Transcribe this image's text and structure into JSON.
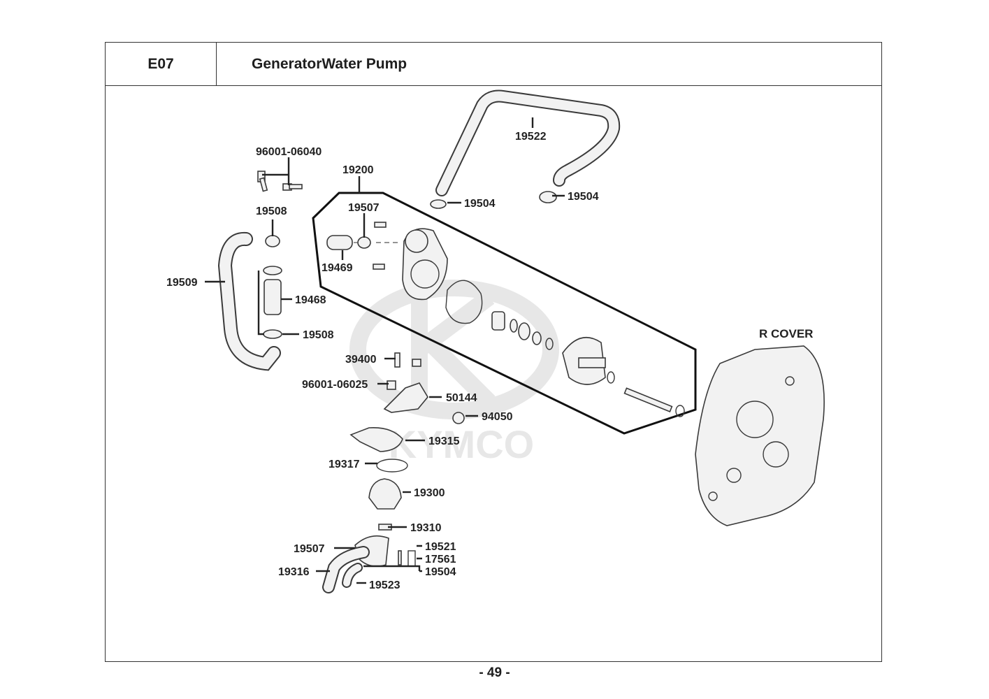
{
  "header": {
    "section_code": "E07",
    "title": "GeneratorWater Pump"
  },
  "diagram": {
    "assembly_label": "R COVER",
    "watermark": "KYMCO",
    "parts": {
      "p96001_06040": "96001-06040",
      "p19200": "19200",
      "p19522": "19522",
      "p19504_a": "19504",
      "p19504_b": "19504",
      "p19508_a": "19508",
      "p19507_a": "19507",
      "p19469": "19469",
      "p19509": "19509",
      "p19468": "19468",
      "p19508_b": "19508",
      "p39400": "39400",
      "p96001_06025": "96001-06025",
      "p50144": "50144",
      "p94050": "94050",
      "p19315": "19315",
      "p19317": "19317",
      "p19300": "19300",
      "p19310": "19310",
      "p19507_b": "19507",
      "p19521": "19521",
      "p17561": "17561",
      "p19504_c": "19504",
      "p19316": "19316",
      "p19523": "19523"
    }
  },
  "footer": {
    "page_number": "- 49 -"
  }
}
